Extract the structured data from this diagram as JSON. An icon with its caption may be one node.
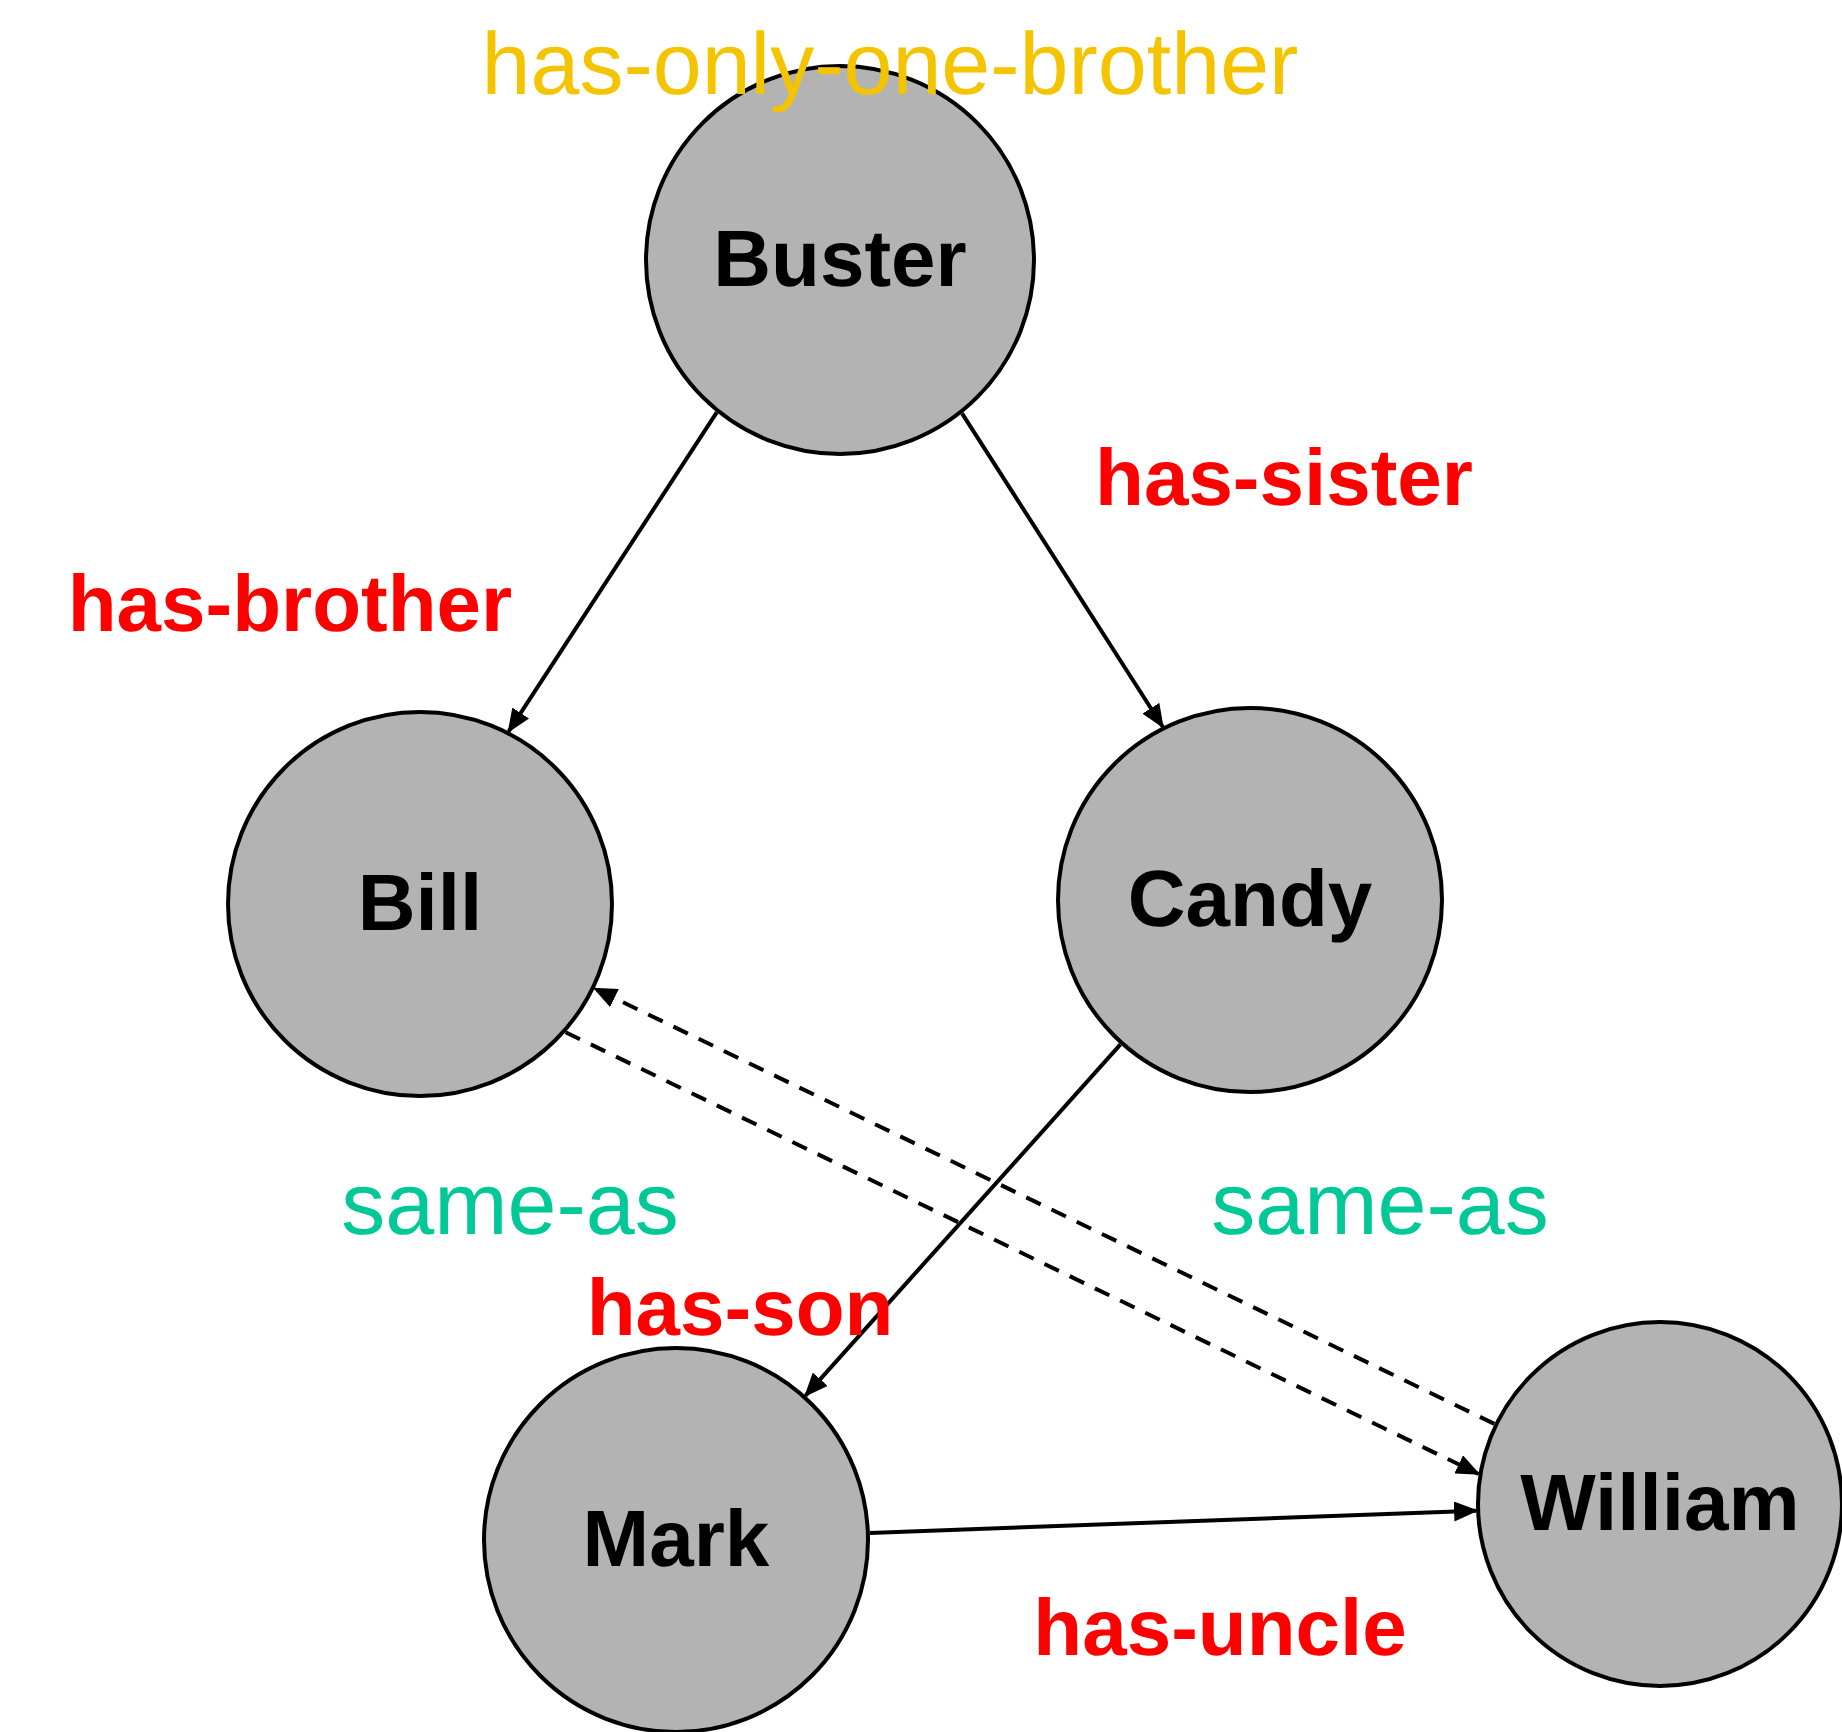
{
  "diagram": {
    "nodes": [
      {
        "text": [
          "Buster"
        ]
      },
      {
        "text": [
          "Bill"
        ]
      },
      {
        "text": [
          "Candy"
        ]
      },
      {
        "text": [
          "Mark"
        ]
      },
      {
        "text": [
          "William"
        ]
      }
    ],
    "edges": [
      {
        "from": 0,
        "to": 1,
        "arrow": "to",
        "label": "has-brother"
      },
      {
        "from": 0,
        "to": 2,
        "arrow": "to",
        "label": "has-sister"
      },
      {
        "from": 2,
        "to": 3,
        "arrow": "to",
        "label": "has-son"
      },
      {
        "from": 3,
        "to": 4,
        "arrow": "to",
        "label": "has-uncle"
      },
      {
        "from": 4,
        "to": 1,
        "arrow": "to",
        "label": "same-as",
        "style": "dashed"
      },
      {
        "from": 1,
        "to": 4,
        "arrow": "to",
        "label": "same-as",
        "style": "dashed"
      }
    ],
    "labels": [
      "has-only-one-brother"
    ]
  }
}
